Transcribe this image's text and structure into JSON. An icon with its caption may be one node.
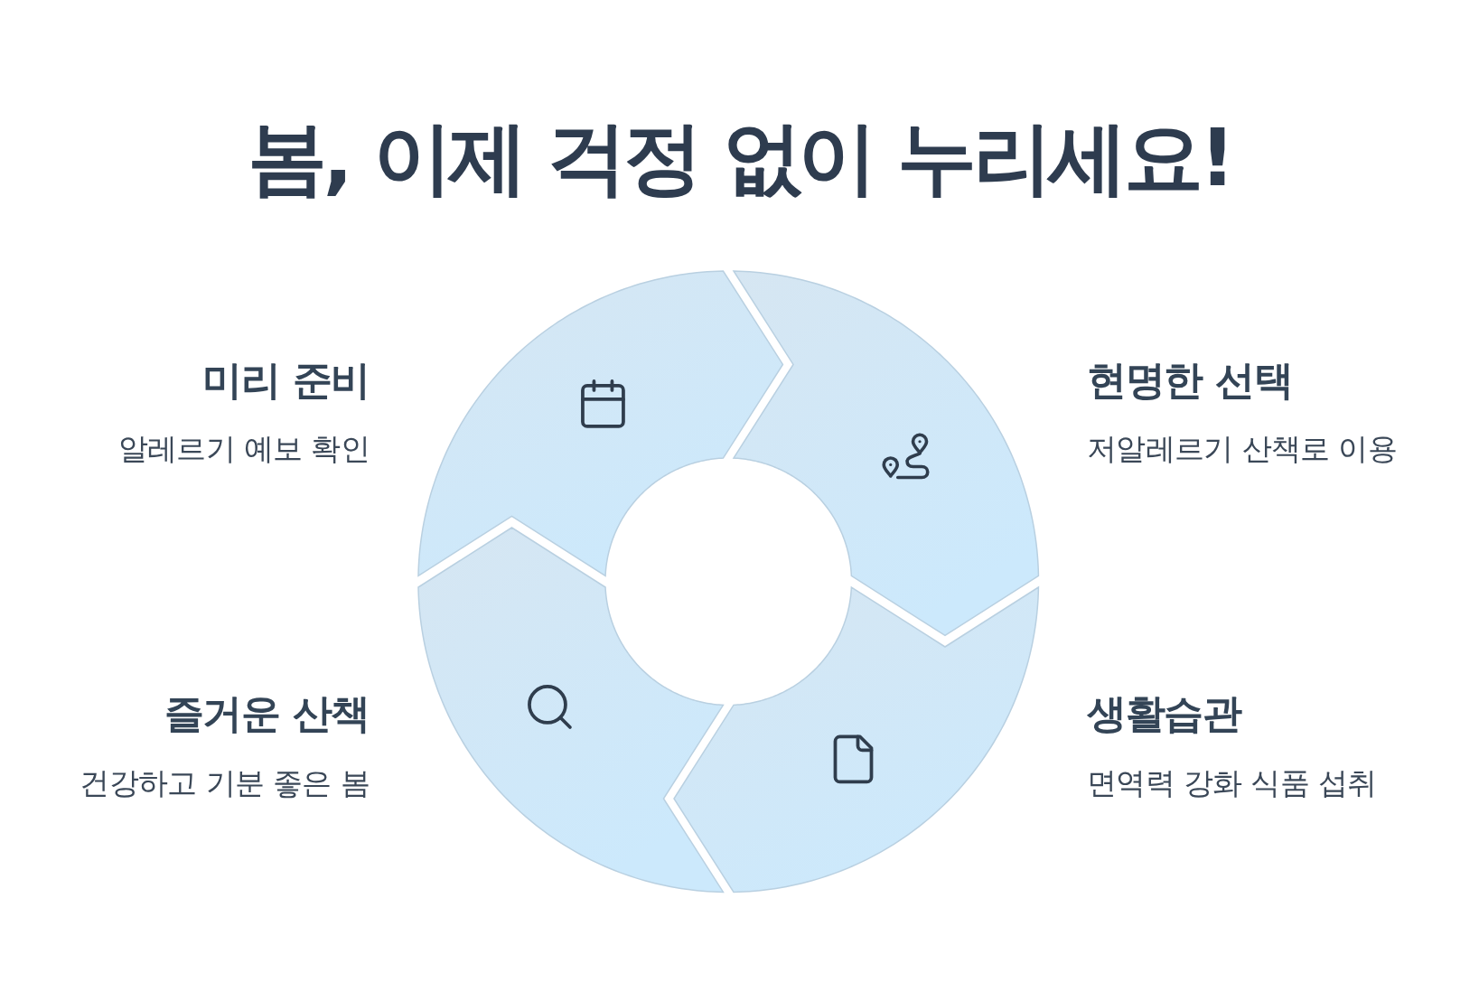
{
  "diagram": {
    "title": "봄, 이제 걱정 없이 누리세요!",
    "nodes": [
      {
        "text": [],
        "shape": "segment",
        "beside": [
          "미리 준비",
          "알레르기 예보 확인"
        ]
      },
      {
        "text": [],
        "shape": "segment",
        "beside": [
          "현명한 선택",
          "저알레르기 산책로 이용"
        ]
      },
      {
        "text": [],
        "shape": "segment",
        "beside": [
          "즐거운 산책",
          "건강하고 기분 좋은 봄"
        ]
      },
      {
        "text": [],
        "shape": "segment",
        "beside": [
          "생활습관",
          "면역력 강화 식품 섭취"
        ]
      }
    ]
  }
}
